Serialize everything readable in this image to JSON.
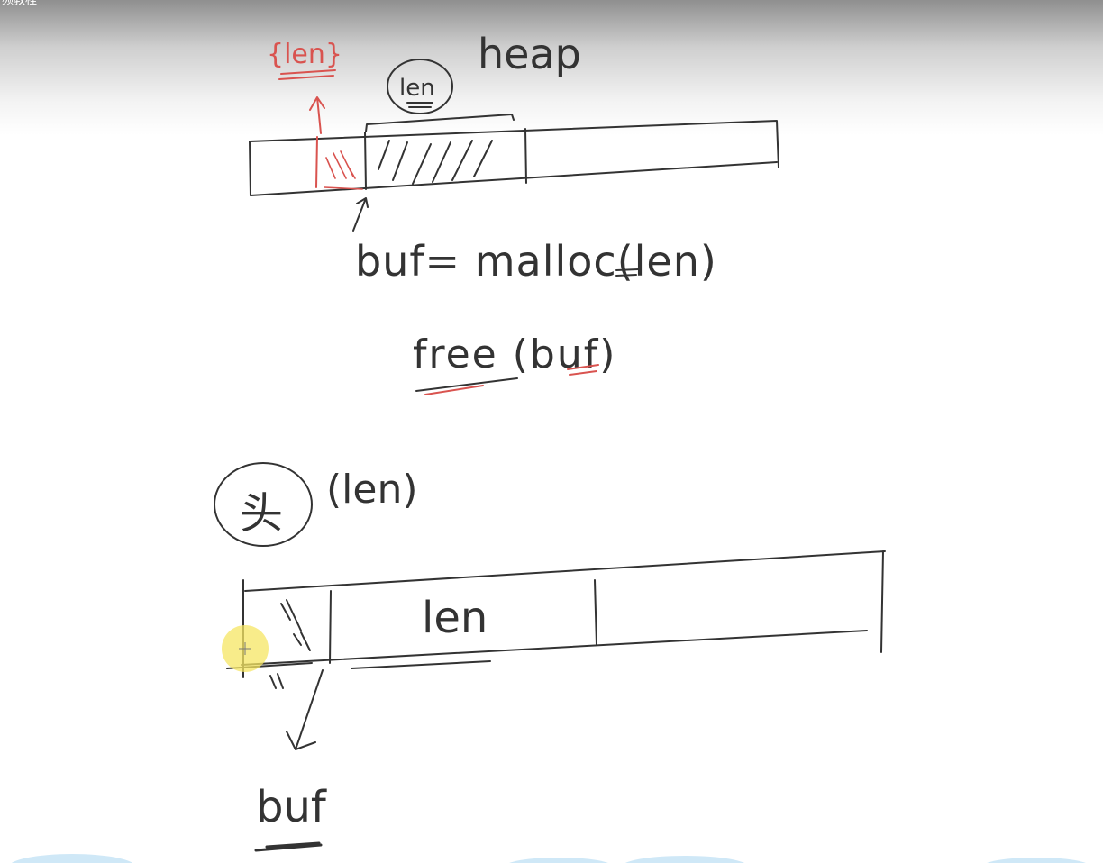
{
  "window": {
    "title": "频教程"
  },
  "board": {
    "top": {
      "red_label": "{len}",
      "heap_label": "heap",
      "len_circle": "len",
      "malloc_text": "buf= malloc(len)",
      "free_text": "free (buf)"
    },
    "bottom": {
      "circle_char": "头",
      "len_paren": "(len)",
      "len_label": "len",
      "buf_label": "buf"
    }
  },
  "colors": {
    "ink": "#333333",
    "red_ink": "#d9534f",
    "cursor_highlight": "#f5e663"
  }
}
